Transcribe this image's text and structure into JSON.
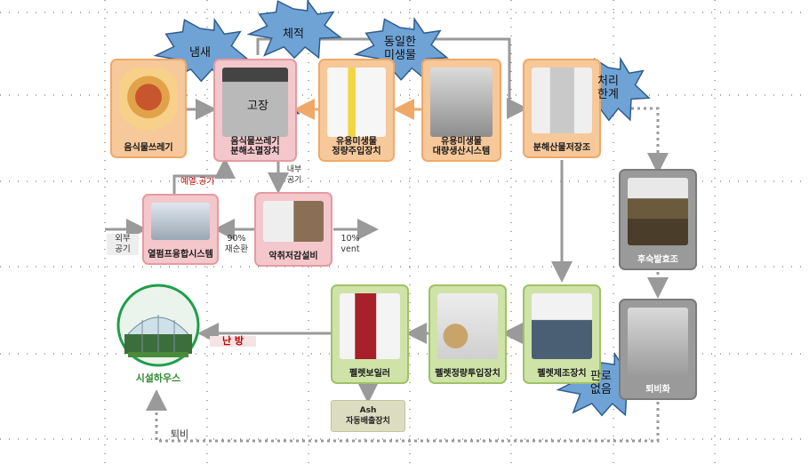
{
  "boxes": {
    "food_waste": "음식물쓰레기",
    "decomposer": "음식물쓰레기\n분해소멸장치",
    "microbe_injector": "유용미생물\n정량주입장치",
    "microbe_mass": "유용미생물\n대량생산시스템",
    "decomposed_storage": "분해산물저장조",
    "heat_pump": "열펌프융합시스템",
    "odor_reduction": "악취저감설비",
    "post_fermentation": "후숙발효조",
    "fertilizer": "퇴비화",
    "pellet_maker": "펠렛제조장치",
    "pellet_feeder": "펠렛정량투입장치",
    "pellet_boiler": "펠렛보일러",
    "greenhouse": "시설하우스",
    "ash": "Ash\n자동배출장치"
  },
  "labels": {
    "preheated_air": "예열.공기",
    "internal_air": "내부\n공기",
    "outside_air": "외부\n공기",
    "recirculation": "90%\n재순환",
    "vent": "10%\nvent",
    "heating": "난 방",
    "compost": "퇴비"
  },
  "problems": {
    "smell": "냄새",
    "volume": "체적",
    "breakdown": "고장",
    "same_microbe": "동일한\n미생물",
    "limit": "처리\n한계",
    "no_market": "판로\n없음"
  },
  "colors": {
    "orange_fill": "#f6c89a",
    "pink_fill": "#f3c7cb",
    "green_fill": "#cfe3a8",
    "grey_fill": "#9a9a9a",
    "star_fill": "#6fa3d6",
    "arrow": "#9a9a9a",
    "heating_text": "#c00000",
    "greenhouse_text": "#2e8b2e"
  }
}
